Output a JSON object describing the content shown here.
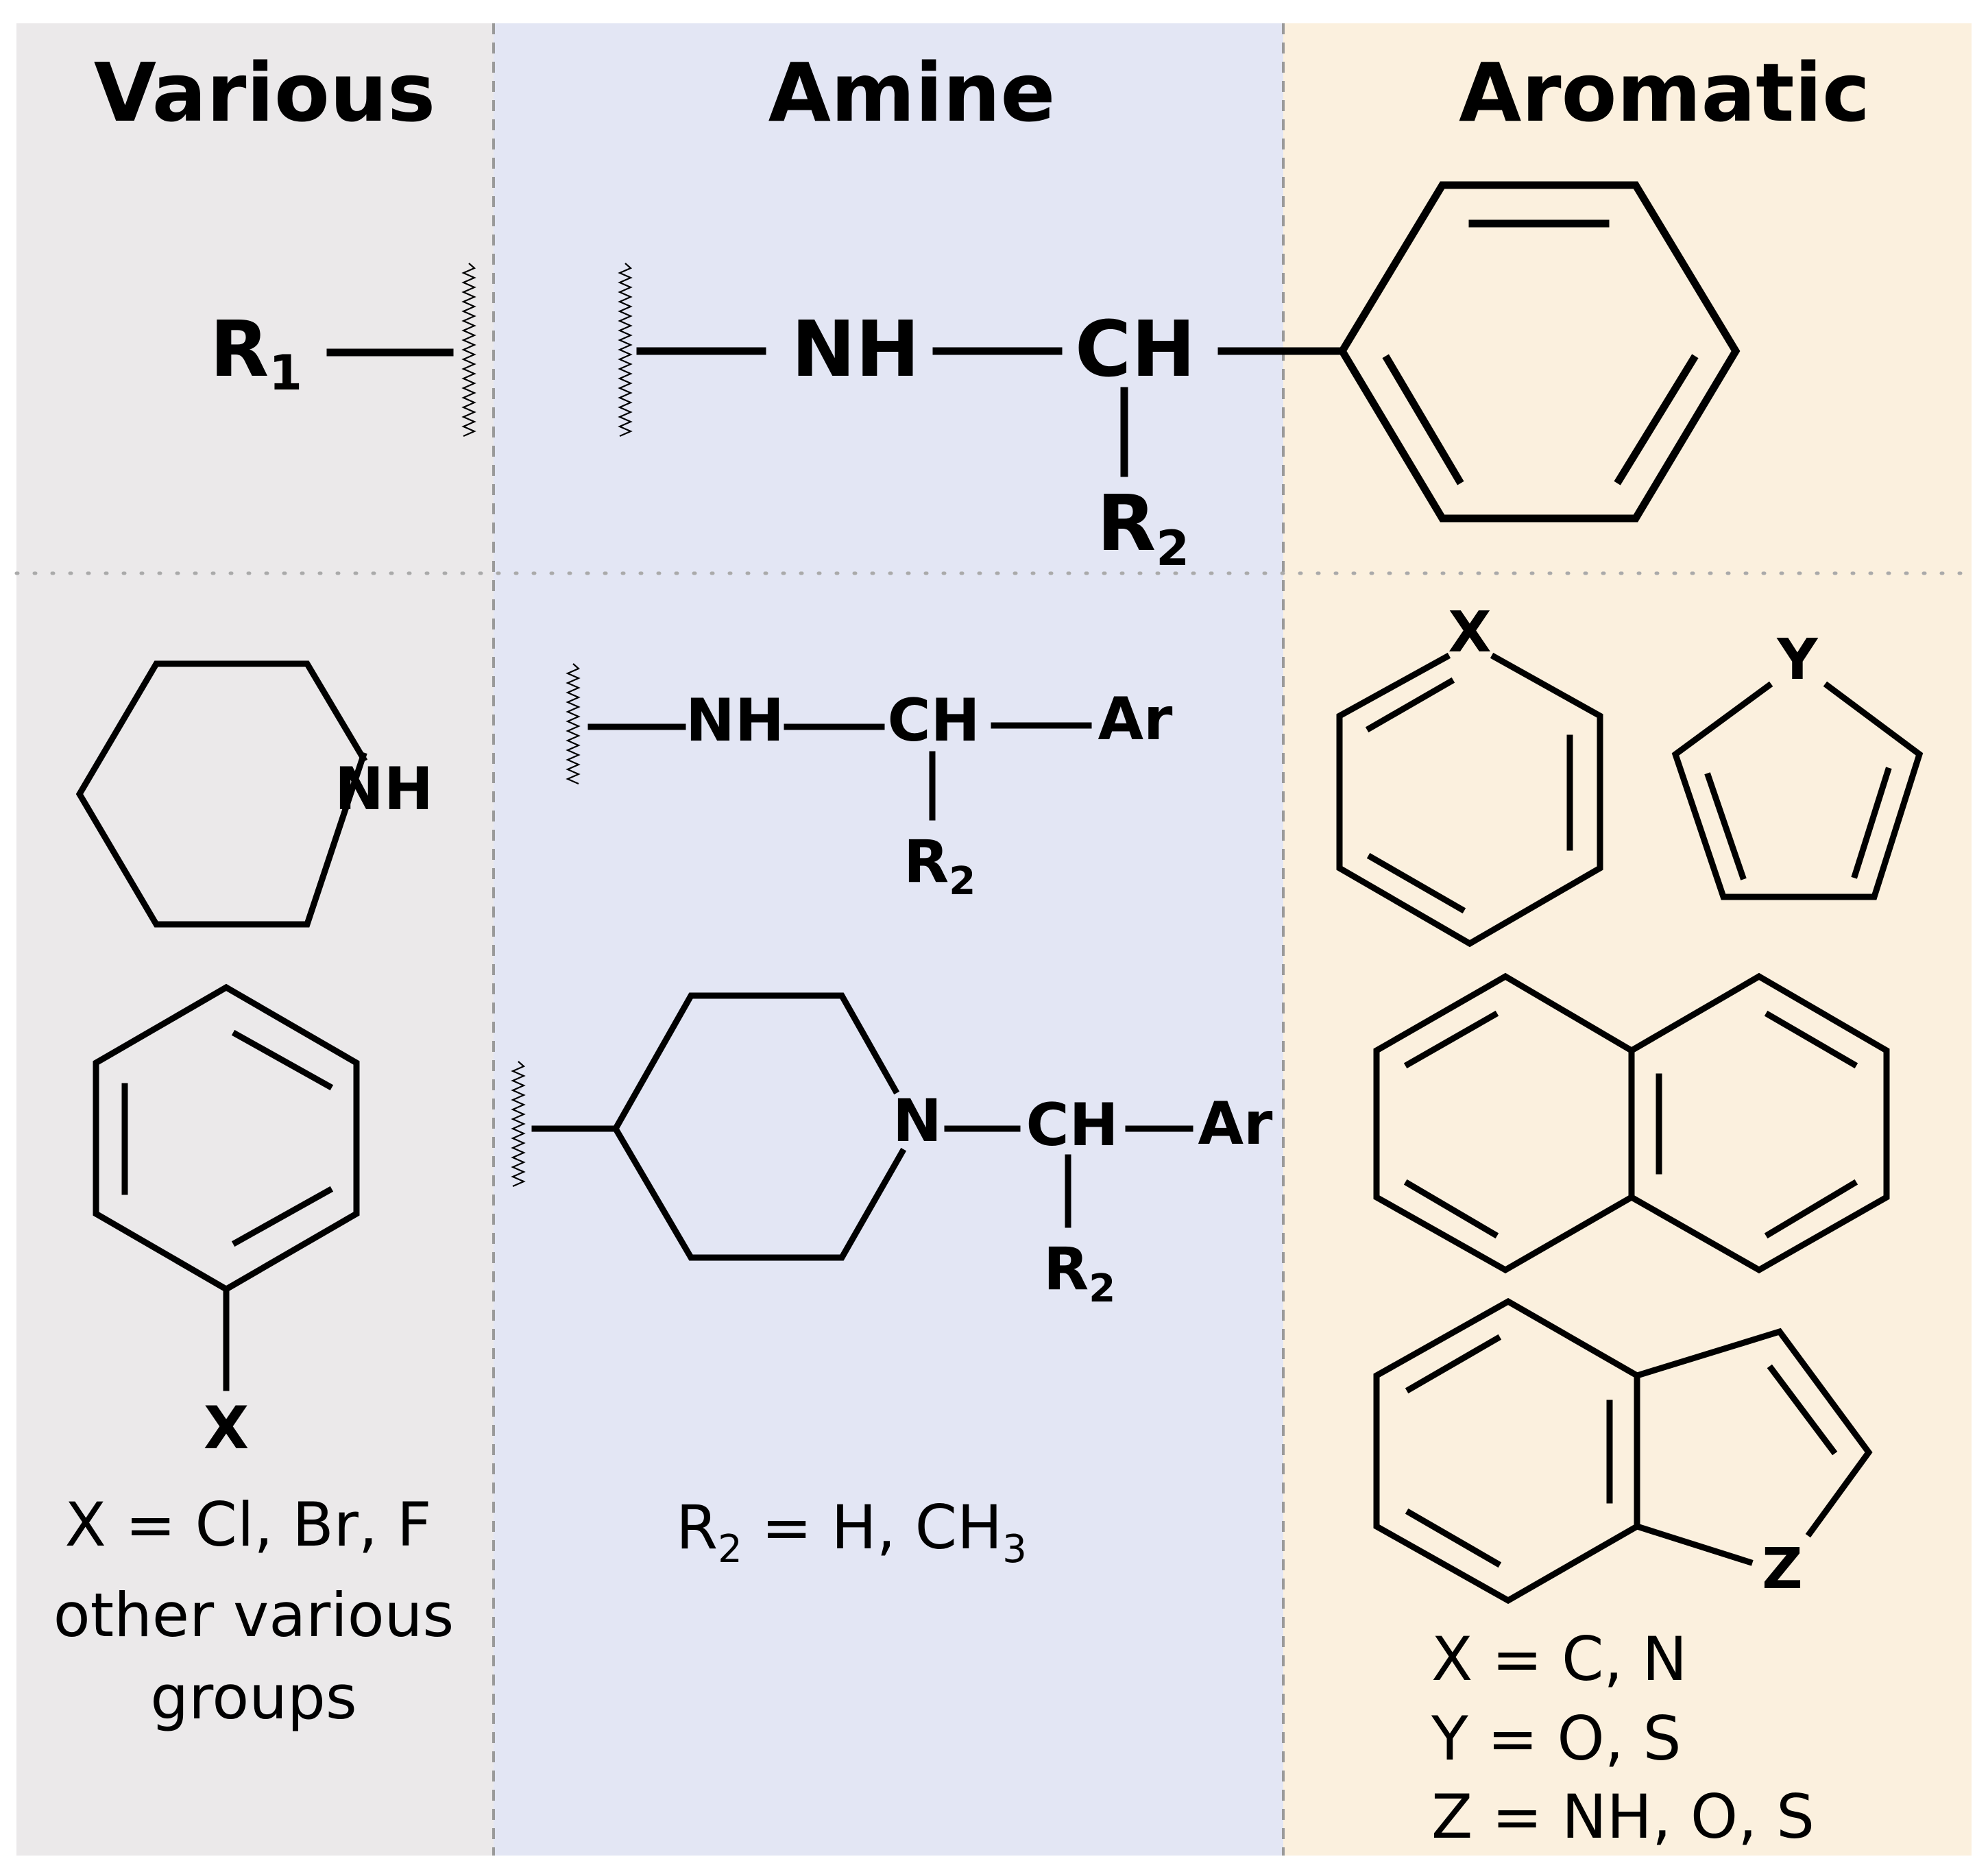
{
  "columns": {
    "various": {
      "header": "Various",
      "color": "#ebe9ea"
    },
    "amine": {
      "header": "Amine",
      "color": "#e3e6f4"
    },
    "aromatic": {
      "header": "Aromatic",
      "color": "#fbf0de"
    }
  },
  "top": {
    "r1_main": "R",
    "r1_sub": "1",
    "nh": "NH",
    "ch": "CH",
    "r2_main": "R",
    "r2_sub": "2"
  },
  "various": {
    "piperidine_nh": "NH",
    "halobenzene_x": "X",
    "note_line1": "X = Cl, Br, F",
    "note_line2": "other various",
    "note_line3": "groups"
  },
  "amine": {
    "s1_nh": "NH",
    "s1_ch": "CH",
    "s1_ar": "Ar",
    "s1_r_main": "R",
    "s1_r_sub": "2",
    "s2_n": "N",
    "s2_ch": "CH",
    "s2_ar": "Ar",
    "s2_r_main": "R",
    "s2_r_sub": "2",
    "note_r_main": "R",
    "note_r_sub": "2",
    "note_mid": " = H, CH",
    "note_sub3": "3"
  },
  "aromatic": {
    "pyridine_x": "X",
    "five_ring_y": "Y",
    "indole_z": "Z",
    "note_line1": "X = C, N",
    "note_line2": "Y = O, S",
    "note_line3": "Z = NH, O, S"
  }
}
